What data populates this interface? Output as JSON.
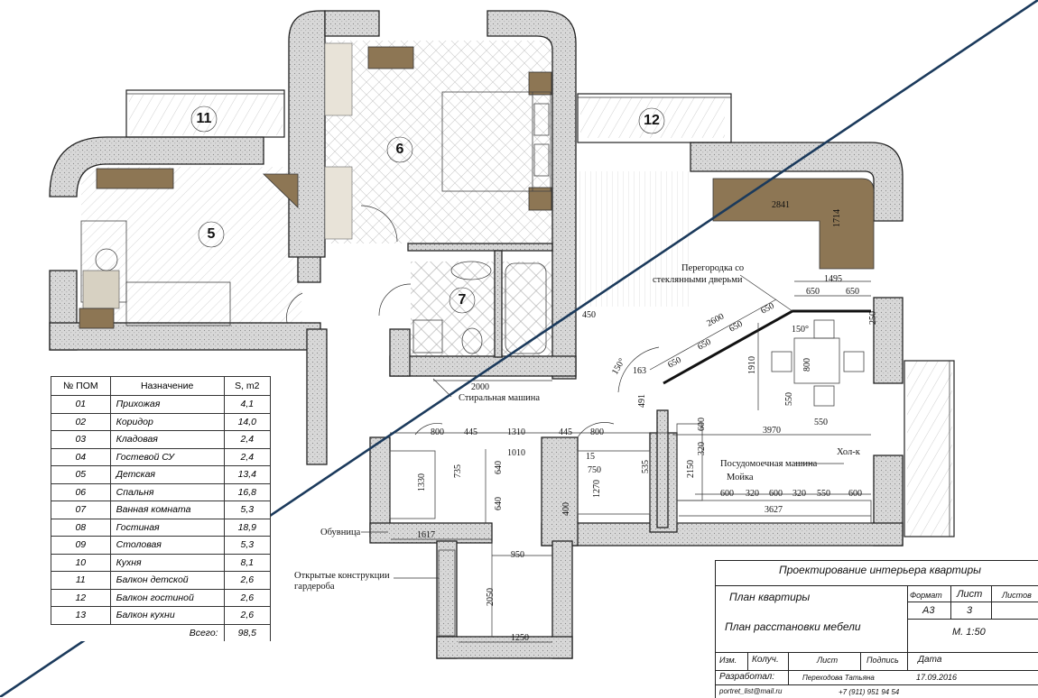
{
  "rooms": {
    "numbers": [
      "5",
      "6",
      "7",
      "11",
      "12"
    ],
    "table": {
      "headers": [
        "№ ПОМ",
        "Назначение",
        "S, m2"
      ],
      "rows": [
        [
          "01",
          "Прихожая",
          "4,1"
        ],
        [
          "02",
          "Коридор",
          "14,0"
        ],
        [
          "03",
          "Кладовая",
          "2,4"
        ],
        [
          "04",
          "Гостевой СУ",
          "2,4"
        ],
        [
          "05",
          "Детская",
          "13,4"
        ],
        [
          "06",
          "Спальня",
          "16,8"
        ],
        [
          "07",
          "Ванная комната",
          "5,3"
        ],
        [
          "08",
          "Гостиная",
          "18,9"
        ],
        [
          "09",
          "Столовая",
          "5,3"
        ],
        [
          "10",
          "Кухня",
          "8,1"
        ],
        [
          "11",
          "Балкон детской",
          "2,6"
        ],
        [
          "12",
          "Балкон гостиной",
          "2,6"
        ],
        [
          "13",
          "Балкон кухни",
          "2,6"
        ]
      ],
      "total_label": "Всего:",
      "total_value": "98,5"
    }
  },
  "annotations": {
    "partition": "Перегородка со",
    "partition2": "стеклянными дверьми",
    "washer": "Стиральная машина",
    "dishwasher": "Посудомоечная машина",
    "fridge": "Хол-к",
    "sink": "Мойка",
    "shoe": "Обувница",
    "wardrobe1": "Открытые конструкции",
    "wardrobe2": "гардероба"
  },
  "dims": {
    "sofa_w": "2841",
    "sofa_h": "1714",
    "d1495": "1495",
    "d650a": "650",
    "d650b": "650",
    "d250": "250",
    "d2600": "2600",
    "d650c": "650",
    "d650d": "650",
    "d650e": "650",
    "d650f": "650",
    "a150a": "150°",
    "a150b": "150°",
    "d163": "163",
    "d491": "491",
    "d1910": "1910",
    "d800a": "800",
    "d550a": "550",
    "d550b": "550",
    "d3970": "3970",
    "d600a": "600",
    "d320a": "320",
    "d2150": "2150",
    "k600a": "600",
    "k320a": "320",
    "k600b": "600",
    "k320b": "320",
    "k550": "550",
    "k600c": "600",
    "d3627": "3627",
    "d450": "450",
    "d2000": "2000",
    "d800b": "800",
    "d445a": "445",
    "d1310": "1310",
    "d445b": "445",
    "d800c": "800",
    "d1010": "1010",
    "d735": "735",
    "d640a": "640",
    "d640b": "640",
    "d1330": "1330",
    "d1617": "1617",
    "d15": "15",
    "d750": "750",
    "d535": "535",
    "d1270": "1270",
    "d400": "400",
    "d950": "950",
    "d2050": "2050",
    "d1250": "1250"
  },
  "stamp": {
    "project": "Проектирование интерьера квартиры",
    "sheet_title": "План квартиры",
    "sheet_sub": "План расстановки мебели",
    "format_label": "Формат",
    "sheet_label": "Лист",
    "sheets_label": "Листов",
    "format": "А3",
    "sheet": "3",
    "scale": "М. 1:50",
    "izm": "Изм.",
    "kol": "Колуч.",
    "list": "Лист",
    "podp": "Подпись",
    "date_label": "Дата",
    "dev_label": "Разработал:",
    "dev_name": "Переходова Татьяна",
    "date": "17.09.2016",
    "email": "portret_list@mail.ru",
    "phone": "+7 (911) 951 94 54"
  }
}
